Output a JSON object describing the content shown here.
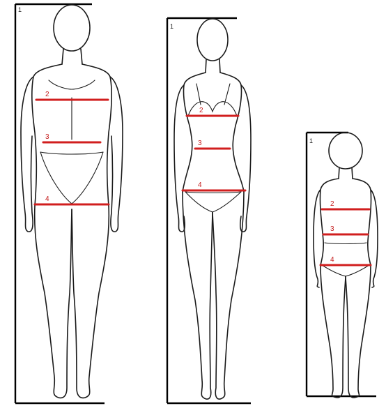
{
  "figures": [
    {
      "id": "man",
      "height_label": "1",
      "measurements": [
        {
          "label": "2",
          "color": "#d11e1e"
        },
        {
          "label": "3",
          "color": "#d11e1e"
        },
        {
          "label": "4",
          "color": "#d11e1e"
        }
      ]
    },
    {
      "id": "woman",
      "height_label": "1",
      "measurements": [
        {
          "label": "2",
          "color": "#d11e1e"
        },
        {
          "label": "3",
          "color": "#d11e1e"
        },
        {
          "label": "4",
          "color": "#d11e1e"
        }
      ]
    },
    {
      "id": "child",
      "height_label": "1",
      "measurements": [
        {
          "label": "2",
          "color": "#d11e1e"
        },
        {
          "label": "3",
          "color": "#d11e1e"
        },
        {
          "label": "4",
          "color": "#d11e1e"
        }
      ]
    }
  ],
  "colors": {
    "measure_line": "#d11e1e",
    "outline": "#1a1a1a",
    "background": "#ffffff"
  }
}
